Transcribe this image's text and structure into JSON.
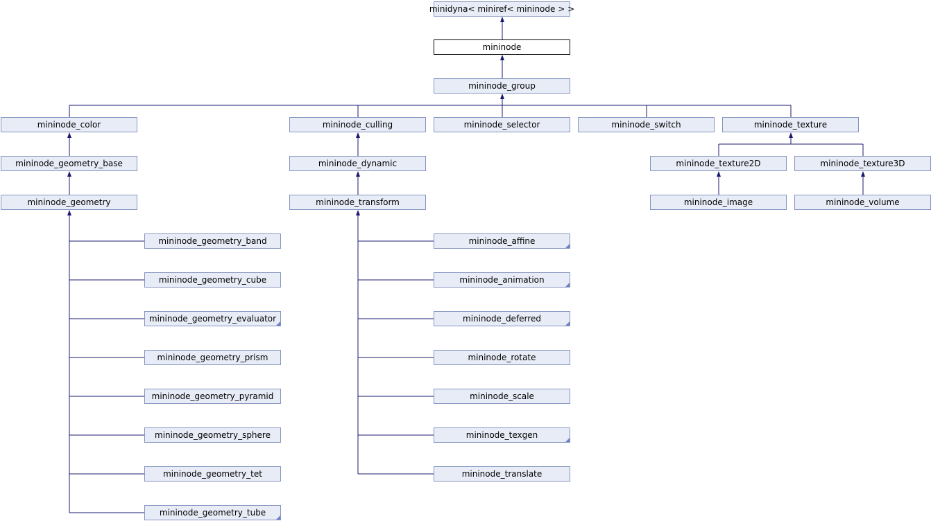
{
  "diagram": {
    "nodes": [
      {
        "id": "minidyna",
        "label": "minidyna< miniref< mininode > >"
      },
      {
        "id": "mininode",
        "label": "mininode",
        "current": true
      },
      {
        "id": "group",
        "label": "mininode_group"
      },
      {
        "id": "color",
        "label": "mininode_color"
      },
      {
        "id": "culling",
        "label": "mininode_culling"
      },
      {
        "id": "selector",
        "label": "mininode_selector"
      },
      {
        "id": "switch",
        "label": "mininode_switch"
      },
      {
        "id": "texture",
        "label": "mininode_texture"
      },
      {
        "id": "geometry_base",
        "label": "mininode_geometry_base"
      },
      {
        "id": "dynamic",
        "label": "mininode_dynamic"
      },
      {
        "id": "texture2D",
        "label": "mininode_texture2D"
      },
      {
        "id": "texture3D",
        "label": "mininode_texture3D"
      },
      {
        "id": "geometry",
        "label": "mininode_geometry"
      },
      {
        "id": "transform",
        "label": "mininode_transform"
      },
      {
        "id": "image",
        "label": "mininode_image"
      },
      {
        "id": "volume",
        "label": "mininode_volume"
      },
      {
        "id": "geometry_band",
        "label": "mininode_geometry_band"
      },
      {
        "id": "geometry_cube",
        "label": "mininode_geometry_cube"
      },
      {
        "id": "geometry_evaluator",
        "label": "mininode_geometry_evaluator",
        "more": true
      },
      {
        "id": "geometry_prism",
        "label": "mininode_geometry_prism"
      },
      {
        "id": "geometry_pyramid",
        "label": "mininode_geometry_pyramid"
      },
      {
        "id": "geometry_sphere",
        "label": "mininode_geometry_sphere"
      },
      {
        "id": "geometry_tet",
        "label": "mininode_geometry_tet"
      },
      {
        "id": "geometry_tube",
        "label": "mininode_geometry_tube",
        "more": true
      },
      {
        "id": "affine",
        "label": "mininode_affine",
        "more": true
      },
      {
        "id": "animation",
        "label": "mininode_animation",
        "more": true
      },
      {
        "id": "deferred",
        "label": "mininode_deferred",
        "more": true
      },
      {
        "id": "rotate",
        "label": "mininode_rotate"
      },
      {
        "id": "scale",
        "label": "mininode_scale"
      },
      {
        "id": "texgen",
        "label": "mininode_texgen",
        "more": true
      },
      {
        "id": "translate",
        "label": "mininode_translate"
      }
    ],
    "edges": [
      {
        "from": "mininode",
        "to": "minidyna"
      },
      {
        "from": "group",
        "to": "mininode"
      },
      {
        "from": "color",
        "to": "group"
      },
      {
        "from": "culling",
        "to": "group"
      },
      {
        "from": "selector",
        "to": "group"
      },
      {
        "from": "switch",
        "to": "group"
      },
      {
        "from": "texture",
        "to": "group"
      },
      {
        "from": "geometry_base",
        "to": "color"
      },
      {
        "from": "geometry",
        "to": "geometry_base"
      },
      {
        "from": "dynamic",
        "to": "culling"
      },
      {
        "from": "transform",
        "to": "dynamic"
      },
      {
        "from": "texture2D",
        "to": "texture"
      },
      {
        "from": "texture3D",
        "to": "texture"
      },
      {
        "from": "image",
        "to": "texture2D"
      },
      {
        "from": "volume",
        "to": "texture3D"
      },
      {
        "from": "geometry_band",
        "to": "geometry"
      },
      {
        "from": "geometry_cube",
        "to": "geometry"
      },
      {
        "from": "geometry_evaluator",
        "to": "geometry"
      },
      {
        "from": "geometry_prism",
        "to": "geometry"
      },
      {
        "from": "geometry_pyramid",
        "to": "geometry"
      },
      {
        "from": "geometry_sphere",
        "to": "geometry"
      },
      {
        "from": "geometry_tet",
        "to": "geometry"
      },
      {
        "from": "geometry_tube",
        "to": "geometry"
      },
      {
        "from": "affine",
        "to": "transform"
      },
      {
        "from": "animation",
        "to": "transform"
      },
      {
        "from": "deferred",
        "to": "transform"
      },
      {
        "from": "rotate",
        "to": "transform"
      },
      {
        "from": "scale",
        "to": "transform"
      },
      {
        "from": "texgen",
        "to": "transform"
      },
      {
        "from": "translate",
        "to": "transform"
      }
    ]
  },
  "colors": {
    "node_fill": "#e8ecf6",
    "node_border": "#8494c0",
    "current_fill": "#ffffff",
    "edge": "#191970"
  }
}
